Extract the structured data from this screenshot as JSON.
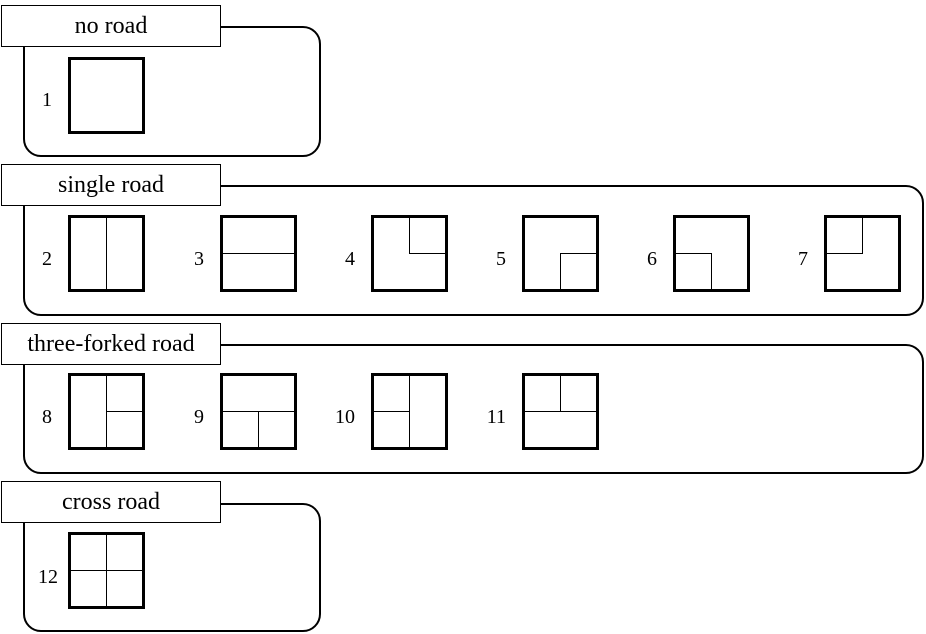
{
  "groups": [
    {
      "label": "no road",
      "tiles": [
        "1"
      ]
    },
    {
      "label": "single road",
      "tiles": [
        "2",
        "3",
        "4",
        "5",
        "6",
        "7"
      ]
    },
    {
      "label": "three-forked road",
      "tiles": [
        "8",
        "9",
        "10",
        "11"
      ]
    },
    {
      "label": "cross road",
      "tiles": [
        "12"
      ]
    }
  ]
}
